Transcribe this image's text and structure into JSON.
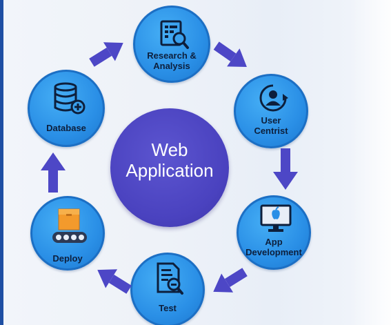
{
  "diagram": {
    "center": {
      "line1": "Web",
      "line2": "Application"
    },
    "nodes": [
      {
        "id": "research",
        "line1": "Research &",
        "line2": "Analysis",
        "icon": "document-magnifier-icon"
      },
      {
        "id": "user",
        "line1": "User",
        "line2": "Centrist",
        "icon": "user-refresh-icon"
      },
      {
        "id": "app",
        "line1": "App",
        "line2": "Development",
        "icon": "monitor-apple-icon"
      },
      {
        "id": "test",
        "line1": "Test",
        "line2": "",
        "icon": "checklist-magnifier-icon"
      },
      {
        "id": "deploy",
        "line1": "Deploy",
        "line2": "",
        "icon": "box-conveyor-icon"
      },
      {
        "id": "database",
        "line1": "Database",
        "line2": "",
        "icon": "database-plus-icon"
      }
    ],
    "flow": [
      "research",
      "user",
      "app",
      "test",
      "deploy",
      "database",
      "research"
    ]
  },
  "colors": {
    "node_fill": "#2a8fe6",
    "center_fill": "#4a42bf",
    "arrow_fill": "#4d47c6",
    "left_bar": "#1f4fa3"
  }
}
